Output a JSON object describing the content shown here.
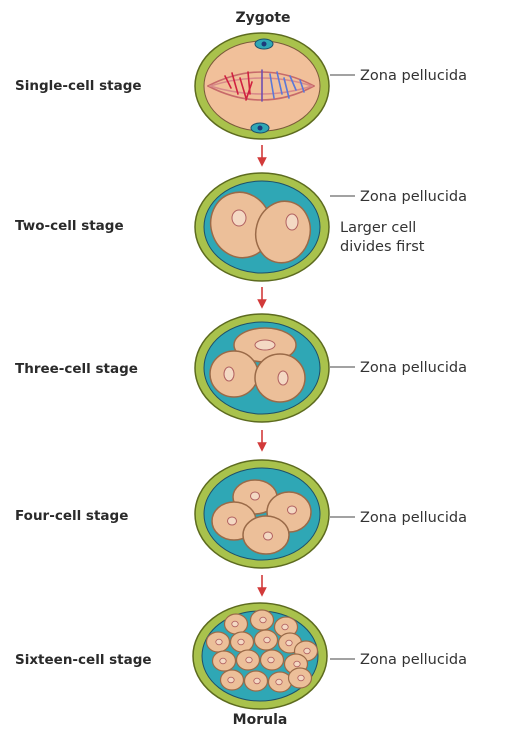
{
  "title_top": "Zygote",
  "title_bottom": "Morula",
  "stages": [
    {
      "name": "Single-cell stage",
      "label": "Zona pellucida"
    },
    {
      "name": "Two-cell stage",
      "label": "Zona pellucida",
      "note_line1": "Larger cell",
      "note_line2": "divides first"
    },
    {
      "name": "Three-cell stage",
      "label": "Zona pellucida"
    },
    {
      "name": "Four-cell stage",
      "label": "Zona pellucida"
    },
    {
      "name": "Sixteen-cell stage",
      "label": "Zona pellucida"
    }
  ],
  "colors": {
    "zona_ring": "#a9c24c",
    "zona_edge": "#5d6b1f",
    "fluid": "#2fa7b5",
    "zygote_cytoplasm": "#f1c09a",
    "cell_fill": "#ecbf99",
    "cell_edge": "#9a6a48",
    "nucleus": "#f4d9c4",
    "arrow": "#d23a3a"
  }
}
